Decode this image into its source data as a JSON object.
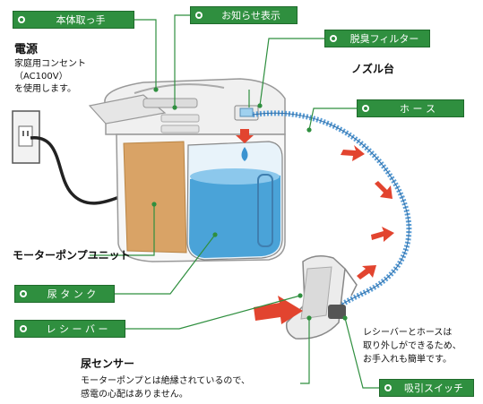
{
  "labels": {
    "honntai_totte": "本体取っ手",
    "oshirase_hyouji": "お知らせ表示",
    "dasshuu_filter": "脱臭フィルター",
    "hose": "ホ ー ス",
    "nyou_tank": "尿 タ ン ク",
    "receiver": "レ シ ー バ ー",
    "kyuuin_switch": "吸引スイッチ"
  },
  "texts": {
    "dengen_title": "電源",
    "dengen_line1": "家庭用コンセント",
    "dengen_line2": "（AC100V）",
    "dengen_line3": "を使用します。",
    "nozzle": "ノズル台",
    "motor_pump_unit": "モーターポンプユニット",
    "nyou_sensor": "尿センサー",
    "sensor_note_1": "モーターポンプとは絶縁されているので、",
    "sensor_note_2": "感電の心配はありません。",
    "receiver_note_1": "レシーバーとホースは",
    "receiver_note_2": "取り外しができるため、",
    "receiver_note_3": "お手入れも簡単です。"
  },
  "colors": {
    "tag_green": "#2f8f3f",
    "tank_blue": "#4aa3d8",
    "pump_orange": "#d9a366",
    "arrow_red": "#e2442f",
    "hose_blue": "#5b9ed6"
  },
  "icons": [
    "wall-outlet-icon",
    "flow-arrow-icon",
    "water-drop-icon"
  ]
}
